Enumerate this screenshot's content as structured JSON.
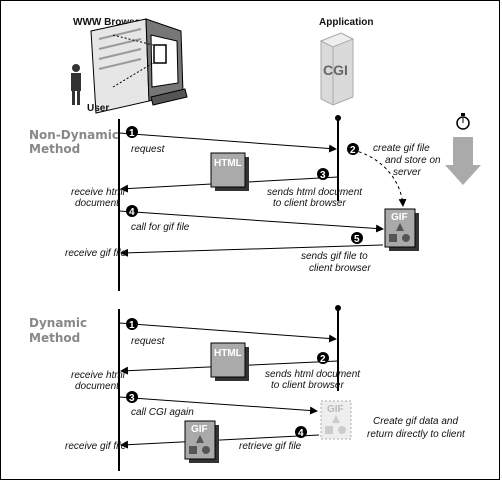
{
  "headers": {
    "browser": "WWW Browser",
    "application": "Application",
    "user": "User"
  },
  "cgi_label": "CGI",
  "sections": {
    "non_dynamic": {
      "line1": "Non-Dynamic",
      "line2": "Method"
    },
    "dynamic": {
      "line1": "Dynamic",
      "line2": "Method"
    }
  },
  "non_dynamic_steps": {
    "request": "request",
    "create_line1": "create gif file",
    "create_line2": "and store on",
    "create_line3": "server",
    "sends_line1": "sends html document",
    "sends_line2": "to client browser",
    "receive_html_line1": "receive html",
    "receive_html_line2": "document",
    "call_gif": "call for gif file",
    "sends_gif_line1": "sends gif file to",
    "sends_gif_line2": "client browser",
    "receive_gif": "receive gif file"
  },
  "dynamic_steps": {
    "request": "request",
    "sends_line1": "sends html document",
    "sends_line2": "to client browser",
    "receive_html_line1": "receive html",
    "receive_html_line2": "document",
    "call_cgi": "call CGI again",
    "create_line1": "Create gif data and",
    "create_line2": "return directly to client",
    "retrieve": "retrieve gif file",
    "receive_gif": "receive gif file"
  },
  "step_numbers": {
    "nd": [
      "1",
      "2",
      "3",
      "4",
      "5"
    ],
    "d": [
      "1",
      "2",
      "3",
      "4"
    ]
  },
  "boxes": {
    "html": "HTML",
    "gif": "GIF"
  }
}
